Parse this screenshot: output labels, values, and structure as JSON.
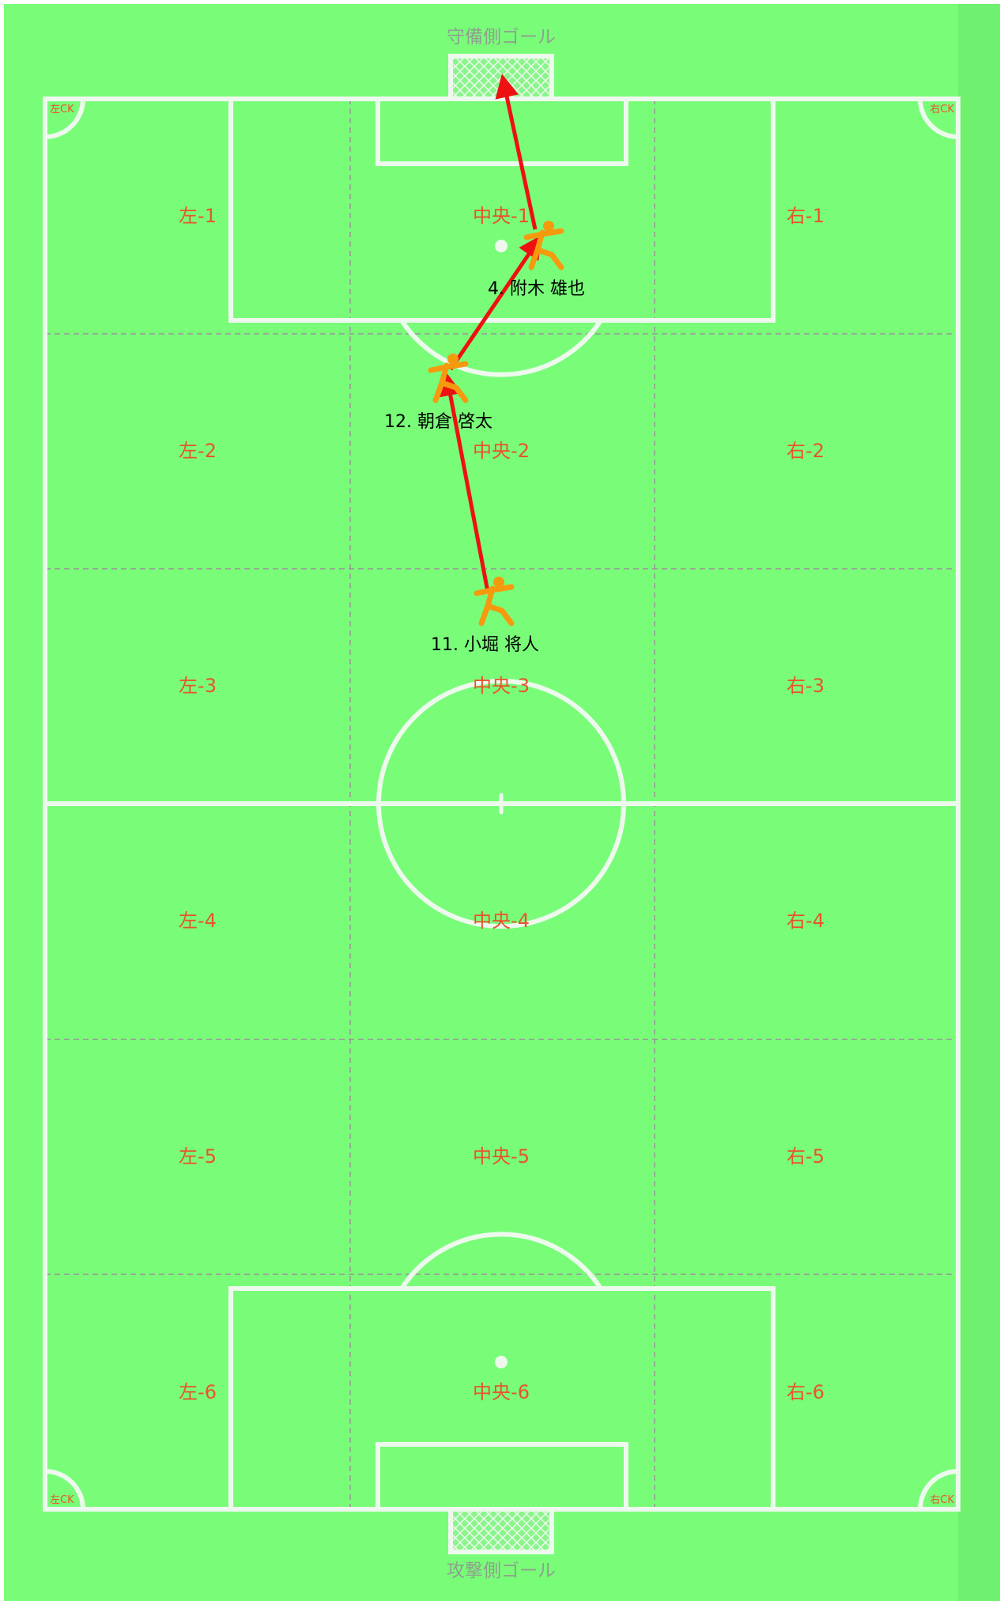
{
  "pitch": {
    "colors": {
      "field": "#79fd79",
      "lines": "#eef9ee",
      "zone_text": "#e8542a",
      "pass_arrow": "#ee1111",
      "player": "#f59a0e"
    },
    "goal_labels": {
      "top": "守備側ゴール",
      "bottom": "攻撃側ゴール"
    },
    "corner_labels": {
      "top_left": "左CK",
      "top_right": "右CK",
      "bottom_left": "左CK",
      "bottom_right": "右CK"
    },
    "zones": [
      [
        "左-1",
        "中央-1",
        "右-1"
      ],
      [
        "左-2",
        "中央-2",
        "右-2"
      ],
      [
        "左-3",
        "中央-3",
        "右-3"
      ],
      [
        "左-4",
        "中央-4",
        "右-4"
      ],
      [
        "左-5",
        "中央-5",
        "右-5"
      ],
      [
        "左-6",
        "中央-6",
        "右-6"
      ]
    ]
  },
  "players": [
    {
      "number": "4.",
      "name": "附木 雄也",
      "label": "4. 附木 雄也",
      "icon": "running-player-icon"
    },
    {
      "number": "12.",
      "name": "朝倉 啓太",
      "label": "12. 朝倉 啓太",
      "icon": "running-player-icon"
    },
    {
      "number": "11.",
      "name": "小堀 将人",
      "label": "11. 小堀 将人",
      "icon": "running-player-icon"
    }
  ]
}
